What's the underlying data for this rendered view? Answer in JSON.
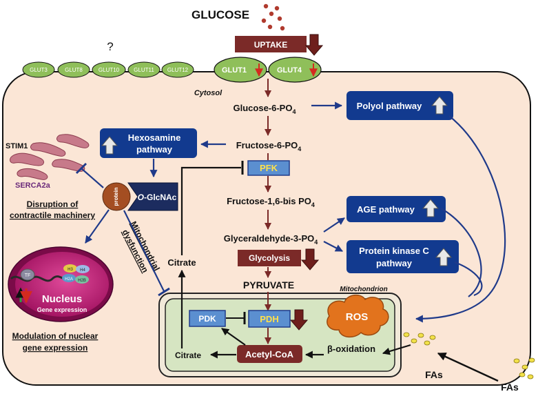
{
  "glucose_title": "GLUCOSE",
  "uptake_label": "UPTAKE",
  "question_mark": "?",
  "glut_small": [
    "GLUT3",
    "GLUT8",
    "GLUT10",
    "GLUT11",
    "GLUT12"
  ],
  "glut_main": [
    "GLUT1",
    "GLUT4"
  ],
  "cytosol_label": "Cytosol",
  "pathway_steps": {
    "g6p": "Glucose-6-PO",
    "f6p": "Fructose-6-PO",
    "pfk": "PFK",
    "f16bp": "Fructose-1,6-bis PO",
    "g3p": "Glyceraldehyde-3-PO",
    "glycolysis": "Glycolysis",
    "pyruvate": "PYRUVATE",
    "sub4": "4"
  },
  "side_pathways": {
    "polyol": "Polyol pathway",
    "hexosamine_line1": "Hexosamine",
    "hexosamine_line2": "pathway",
    "age": "AGE pathway",
    "pkc_line1": "Protein kinase C",
    "pkc_line2": "pathway"
  },
  "left_panel": {
    "stim1": "STIM1",
    "serca2a": "SERCA2a",
    "protein": "protein",
    "oglcnac_italic": "O",
    "oglcnac_rest": "-GlcNAc",
    "disruption_line1": "Disruption of",
    "disruption_line2": "contractile machinery",
    "mito_dys_line1": "Mitochondrial",
    "mito_dys_line2": "dysfunction",
    "citrate_upper": "Citrate",
    "nucleus": "Nucleus",
    "gene_expression": "Gene expression",
    "histones": [
      "H3",
      "H4",
      "H2A",
      "H2B"
    ],
    "tf": "TF",
    "modulation_line1": "Modulation of nuclear",
    "modulation_line2": "gene expression"
  },
  "mitochondrion": {
    "label": "Mitochondrion",
    "pdk": "PDK",
    "pdh": "PDH",
    "ros": "ROS",
    "beta_oxidation": "β-oxidation",
    "acetyl_coa": "Acetyl-CoA",
    "citrate": "Citrate"
  },
  "fatty_acids_label": "FAs",
  "colors": {
    "cell_fill": "#fbe6d6",
    "maroon": "#7b2a28",
    "navy_box": "#123a8f",
    "arrow_blue": "#1f3a8a",
    "glut_green": "#8fbf5a",
    "mito_fill": "#d6e5c2",
    "pfk_blue": "#5b8fd0",
    "pdh_yellow": "#ffe14a",
    "ros_orange": "#e2731d",
    "nucleus_magenta": "#b0146c",
    "fa_yellow": "#f2e14a"
  }
}
